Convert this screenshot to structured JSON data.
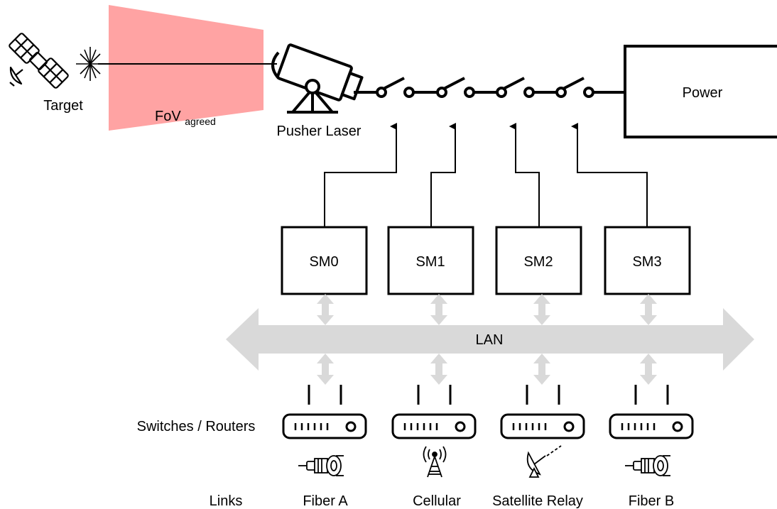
{
  "labels": {
    "target": "Target",
    "fov_main": "FoV",
    "fov_sub": "agreed",
    "pusher_laser": "Pusher Laser",
    "power": "Power",
    "lan": "LAN",
    "switches_routers": "Switches / Routers",
    "links": "Links"
  },
  "security_modules": [
    {
      "label": "SM0"
    },
    {
      "label": "SM1"
    },
    {
      "label": "SM2"
    },
    {
      "label": "SM3"
    }
  ],
  "link_types": [
    {
      "label": "Fiber A",
      "icon": "fiber-connector-icon"
    },
    {
      "label": "Cellular",
      "icon": "cell-tower-icon"
    },
    {
      "label": "Satellite Relay",
      "icon": "satellite-dish-icon"
    },
    {
      "label": "Fiber B",
      "icon": "fiber-connector-icon"
    }
  ],
  "colors": {
    "fov": "#ffa3a3",
    "lan_arrow": "#d9d9d9",
    "stroke": "#000000"
  }
}
